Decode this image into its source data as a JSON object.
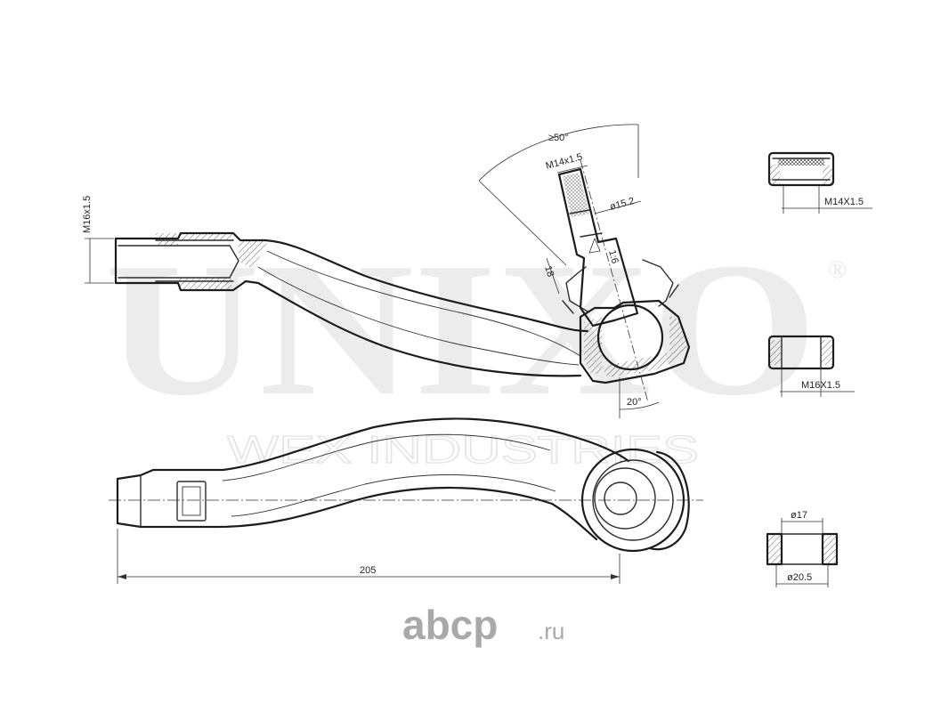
{
  "watermark": {
    "brand": "UNIXO",
    "registered_mark": "®",
    "subtitle": "WEX INDUSTRIES"
  },
  "site_logo": {
    "name": "abcp",
    "tld": ".ru"
  },
  "dimensions": {
    "main_thread": "M16x1.5",
    "stud_thread": "M14x1.5",
    "stud_diameter": "ø15.2",
    "swing_angle": "≥50°",
    "stud_height": "18",
    "taper": "1:6",
    "tilt_angle": "20°",
    "overall_length": "205"
  },
  "callouts": {
    "nut_small": {
      "thread": "M14X1.5"
    },
    "nut_large": {
      "thread": "M16X1.5"
    },
    "bushing": {
      "inner_diameter": "ø17",
      "outer_diameter": "ø20.5"
    }
  },
  "colors": {
    "line": "#2b2b2b",
    "watermark": "#ececec",
    "logo": "#a9a9a9"
  }
}
